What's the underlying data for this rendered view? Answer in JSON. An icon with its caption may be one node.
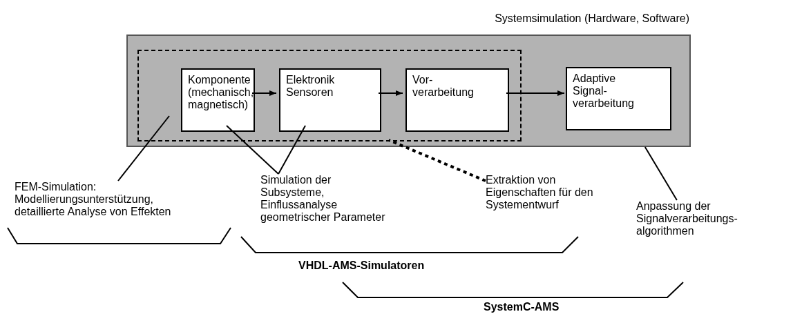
{
  "diagram": {
    "nodes": [
      {
        "text": [
          "Systemsimulation (Hardware, Software)"
        ]
      },
      {
        "text": [],
        "shape": "box",
        "in": 0
      },
      {
        "text": [
          "Komponente (mechanisch, magnetisch)"
        ],
        "in": 1
      },
      {
        "text": [
          "Elektronik Sensoren"
        ],
        "in": 1
      },
      {
        "text": [
          "Vor- verarbeitung"
        ],
        "in": 1
      },
      {
        "text": [
          "Adaptive Signal- verarbeitung"
        ],
        "in": 0
      },
      {
        "text": [
          "FEM-Simulation: Modellierungsunterstützung, detaillierte Analyse von Effekten"
        ]
      },
      {
        "text": [
          "Simulation der Subsysteme, Einflussanalyse geometrischer Parameter"
        ]
      },
      {
        "text": [
          "Extraktion von Eigenschaften für den Systementwurf"
        ]
      },
      {
        "text": [
          "Anpassung der Signalverarbeitungs- algorithmen"
        ]
      }
    ],
    "edges": [
      {
        "from": 2,
        "to": 3,
        "arrow": "to"
      },
      {
        "from": 3,
        "to": 4,
        "arrow": "to"
      },
      {
        "from": 4,
        "to": 5,
        "arrow": "to"
      },
      {
        "from": 6,
        "to": 2,
        "arrow": "none"
      },
      {
        "from": 7,
        "to": 2,
        "arrow": "none"
      },
      {
        "from": 7,
        "to": 3,
        "arrow": "none"
      },
      {
        "from": 8,
        "to": 1,
        "arrow": "none",
        "style": "dashed"
      },
      {
        "from": 9,
        "to": 0,
        "arrow": "none"
      }
    ],
    "labels": [
      "VHDL-AMS-Simulatoren",
      "SystemC-AMS"
    ]
  }
}
